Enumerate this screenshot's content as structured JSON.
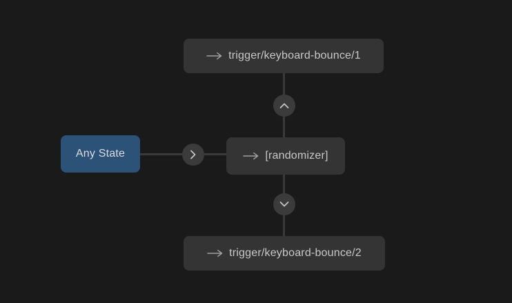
{
  "diagram": {
    "type": "state-machine-graph",
    "colors": {
      "background": "#1a1a1a",
      "node_background": "#343434",
      "node_text": "#c9c9c9",
      "any_state_background": "#2d5278",
      "any_state_text": "#dadde1",
      "edge": "#3a3a3a",
      "port_background": "#3b3b3b",
      "icon_stroke": "#c6c6c6",
      "arrow_stroke": "#9fa0a2"
    },
    "nodes": {
      "any_state": {
        "label": "Any State",
        "kind": "any-state"
      },
      "randomizer": {
        "label": "[randomizer]",
        "kind": "layer",
        "icon": "right-arrow-icon"
      },
      "trigger_1": {
        "label": "trigger/keyboard-bounce/1",
        "kind": "layer",
        "icon": "right-arrow-icon"
      },
      "trigger_2": {
        "label": "trigger/keyboard-bounce/2",
        "kind": "layer",
        "icon": "right-arrow-icon"
      }
    },
    "transitions": [
      {
        "from": "any_state",
        "to": "randomizer",
        "direction": "right",
        "icon": "chevron-right-icon"
      },
      {
        "from": "randomizer",
        "to": "trigger_1",
        "direction": "up",
        "icon": "chevron-up-icon"
      },
      {
        "from": "randomizer",
        "to": "trigger_2",
        "direction": "down",
        "icon": "chevron-down-icon"
      }
    ]
  }
}
